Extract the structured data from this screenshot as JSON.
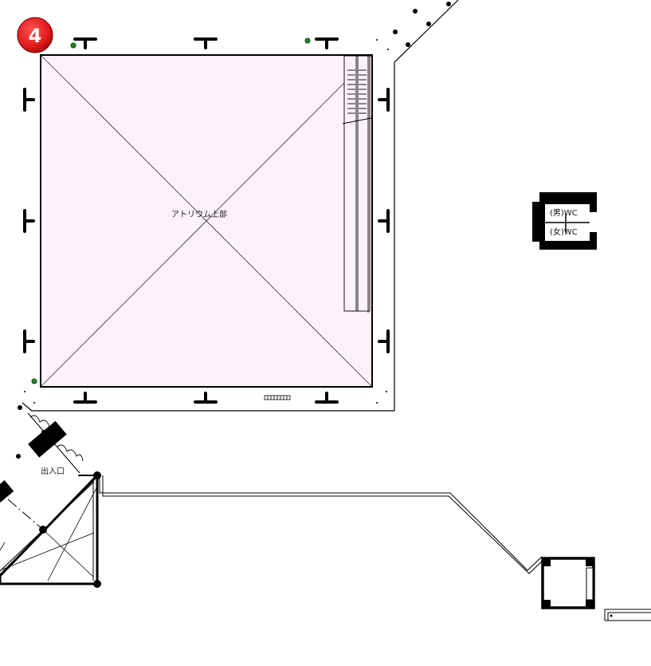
{
  "floor_badge": "4",
  "labels": {
    "atrium": "アトリウム上部",
    "entrance": "出入口",
    "wc_men": "(男)WC",
    "wc_women": "(女)WC"
  },
  "colors": {
    "atrium_fill": "#fdf1fd",
    "badge_red": "#e01a1a",
    "marker_green": "#1f8a2a",
    "line": "#000000"
  },
  "icons": [
    "floor-number-badge",
    "escalator-icon",
    "wc-icon",
    "column-marker-icon",
    "stair-icon"
  ]
}
